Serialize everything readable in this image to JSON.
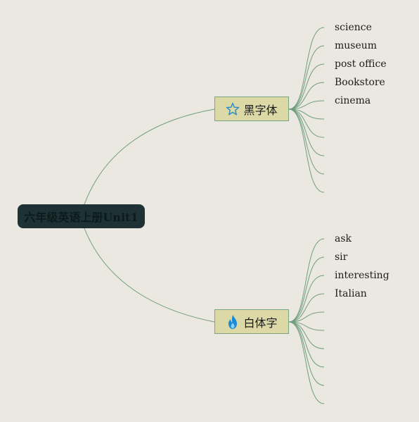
{
  "root": {
    "label": "六年级英语上册Unit1"
  },
  "branches": [
    {
      "label": "黑字体",
      "icon": "star-icon",
      "icon_color": "#2f8fc4",
      "items": [
        "science",
        "museum",
        "post office",
        "Bookstore",
        "cinema",
        "",
        "",
        "",
        "",
        ""
      ]
    },
    {
      "label": "白体字",
      "icon": "flame-icon",
      "icon_color": "#1a8ad8",
      "items": [
        "ask",
        "sir",
        "interesting",
        "Italian",
        "",
        "",
        "",
        "",
        "",
        ""
      ]
    }
  ],
  "colors": {
    "background": "#ebe7e1",
    "line": "#6f9f7d",
    "root_fill": "#1e3236",
    "branch_fill": "#dcd9a6",
    "branch_border": "#79a682"
  }
}
